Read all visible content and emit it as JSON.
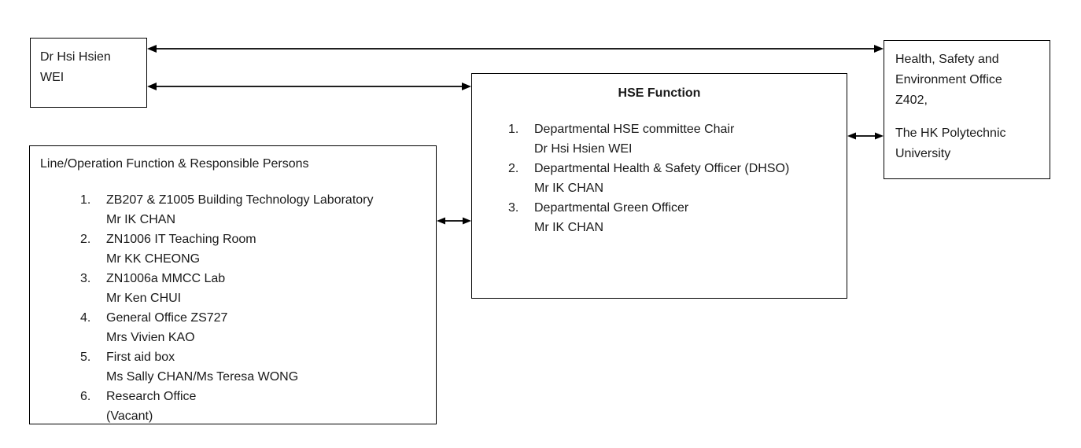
{
  "boxes": {
    "wei": {
      "text": "Dr Hsi Hsien WEI"
    },
    "line_operation": {
      "title": "Line/Operation Function & Responsible Persons",
      "items": [
        {
          "num": "1.",
          "label": "ZB207 & Z1005 Building Technology Laboratory",
          "person": "Mr IK CHAN"
        },
        {
          "num": "2.",
          "label": "ZN1006 IT Teaching Room",
          "person": "Mr KK CHEONG"
        },
        {
          "num": "3.",
          "label": "ZN1006a MMCC Lab",
          "person": "Mr Ken CHUI"
        },
        {
          "num": "4.",
          "label": "General Office ZS727",
          "person": "Mrs Vivien KAO"
        },
        {
          "num": "5.",
          "label": "First aid box",
          "person": "Ms Sally CHAN/Ms Teresa WONG"
        },
        {
          "num": "6.",
          "label": "Research Office",
          "person": "(Vacant)"
        }
      ]
    },
    "hse_function": {
      "title": "HSE Function",
      "items": [
        {
          "num": "1.",
          "label": "Departmental HSE committee Chair",
          "person": "Dr Hsi Hsien WEI"
        },
        {
          "num": "2.",
          "label": "Departmental Health & Safety Officer (DHSO)",
          "person": "Mr IK CHAN"
        },
        {
          "num": "3.",
          "label": "Departmental Green Officer",
          "person": "Mr IK CHAN"
        }
      ]
    },
    "hse_office": {
      "para1": "Health, Safety and Environment Office Z402,",
      "para2": "The HK Polytechnic University"
    }
  },
  "colors": {
    "text": "#1a1a1a",
    "border": "#000000",
    "background": "#ffffff"
  }
}
